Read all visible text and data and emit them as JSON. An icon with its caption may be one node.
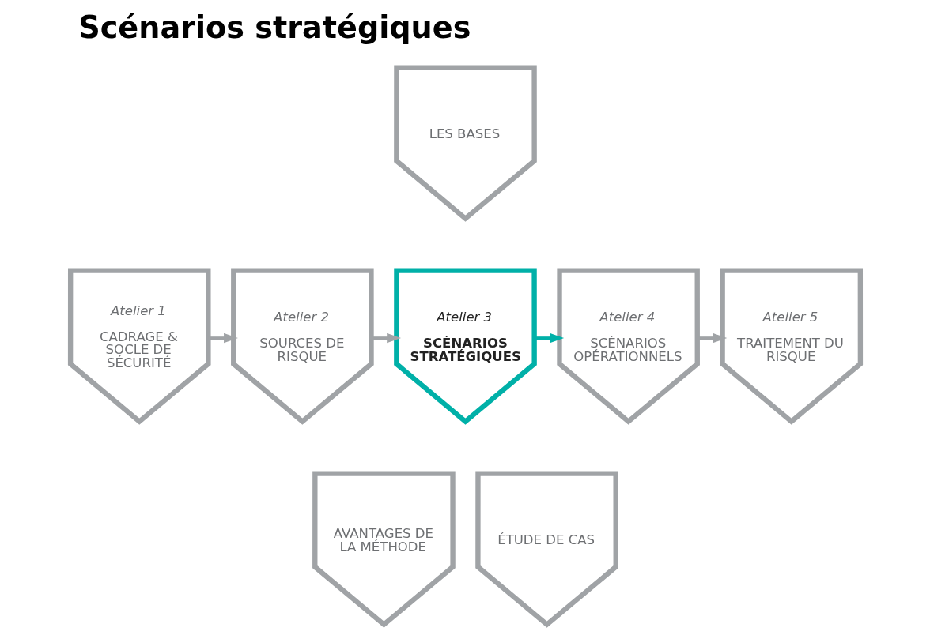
{
  "diagram": {
    "title": "Scénarios stratégiques",
    "nodes": [
      {
        "text": [
          "LES BASES"
        ]
      },
      {
        "text": [
          "Atelier 1",
          "CADRAGE & SOCLE DE SÉCURITÉ"
        ]
      },
      {
        "text": [
          "Atelier 2",
          "SOURCES DE RISQUE"
        ]
      },
      {
        "text": [
          "Atelier 3",
          "SCÉNARIOS STRATÉGIQUES"
        ]
      },
      {
        "text": [
          "Atelier 4",
          "SCÉNARIOS OPÉRATIONNELS"
        ]
      },
      {
        "text": [
          "Atelier 5",
          "TRAITEMENT DU RISQUE"
        ]
      },
      {
        "text": [
          "AVANTAGES DE LA MÉTHODE"
        ]
      },
      {
        "text": [
          "ÉTUDE DE CAS"
        ]
      }
    ],
    "edges": [
      {
        "from": 1,
        "to": 2,
        "arrow": "to"
      },
      {
        "from": 2,
        "to": 3,
        "arrow": "to"
      },
      {
        "from": 3,
        "to": 4,
        "arrow": "to",
        "color": "#00b0a8"
      },
      {
        "from": 4,
        "to": 5,
        "arrow": "to"
      }
    ]
  }
}
